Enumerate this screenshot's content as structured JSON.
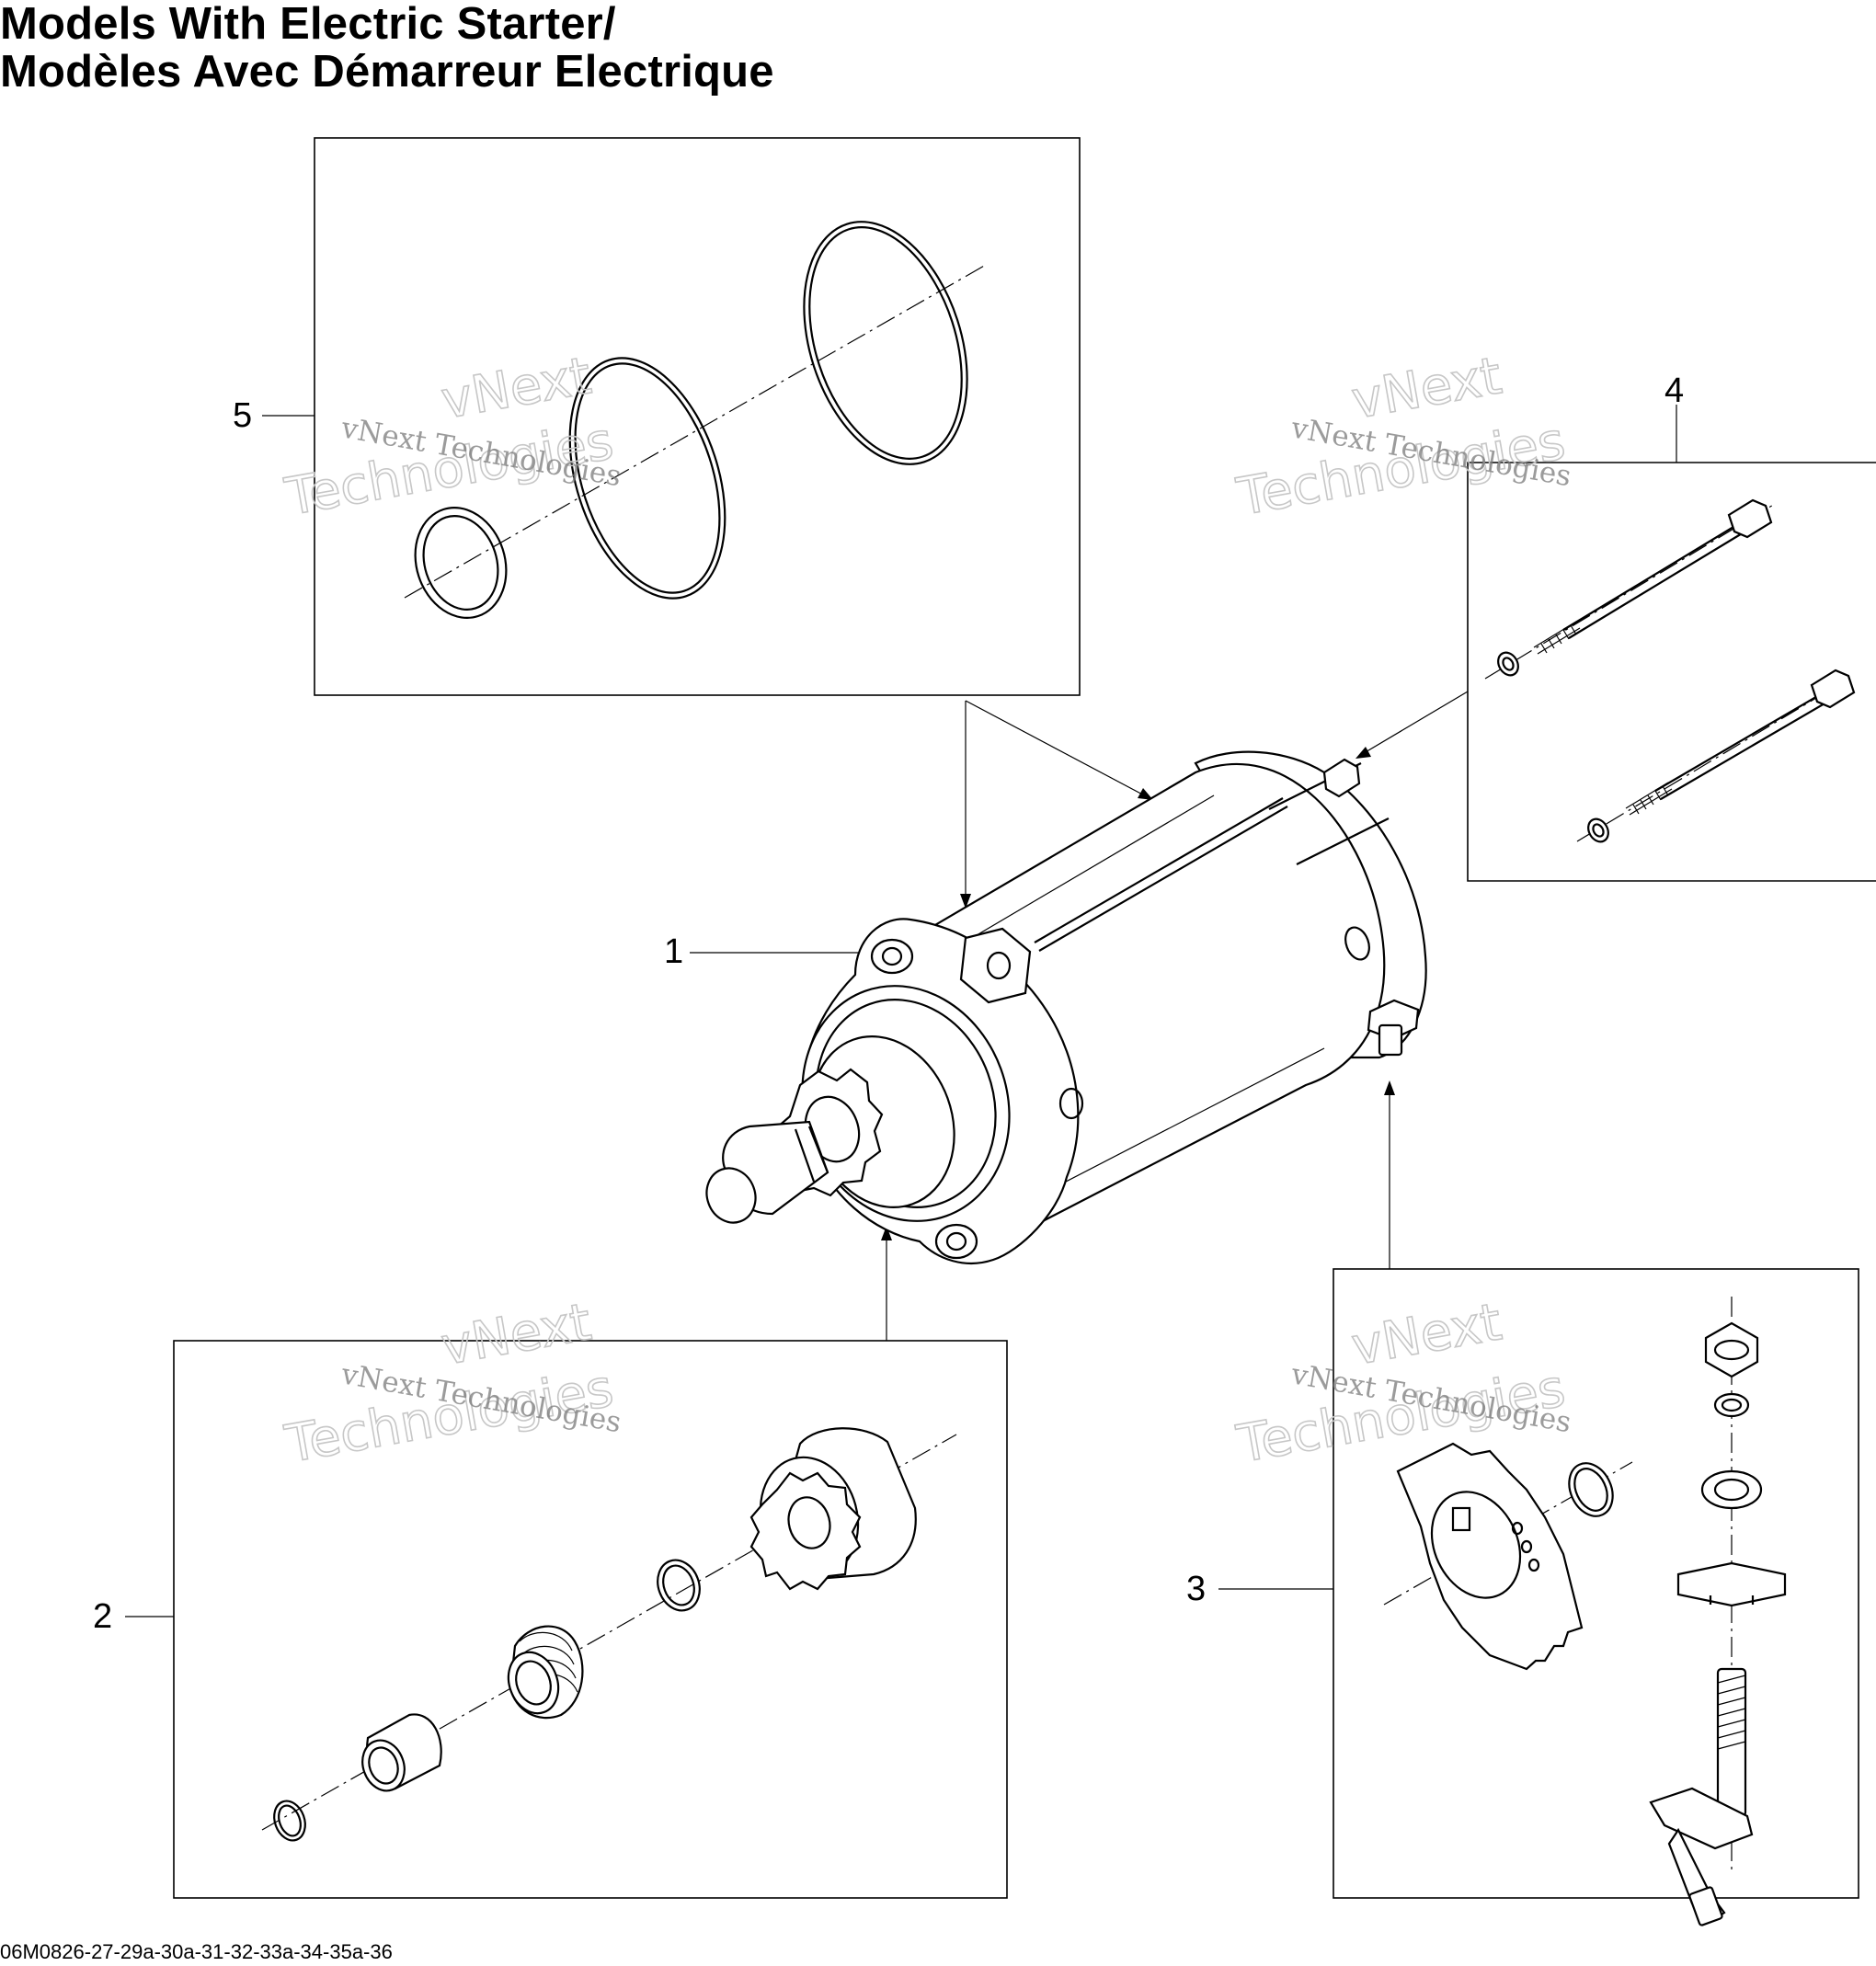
{
  "title": {
    "line1": "Models With Electric Starter/",
    "line2": "Modèles Avec Démarreur Electrique"
  },
  "footer_code": "06M0826-27-29a-30a-31-32-33a-34-35a-36",
  "callouts": [
    "1",
    "2",
    "3",
    "4",
    "5"
  ],
  "watermark": {
    "small": "vNext Technologies",
    "large_line1": "vNext",
    "large_line2": "Technologies"
  },
  "colors": {
    "line": "#000000",
    "background": "#ffffff",
    "watermark": "#c7c7c7"
  }
}
